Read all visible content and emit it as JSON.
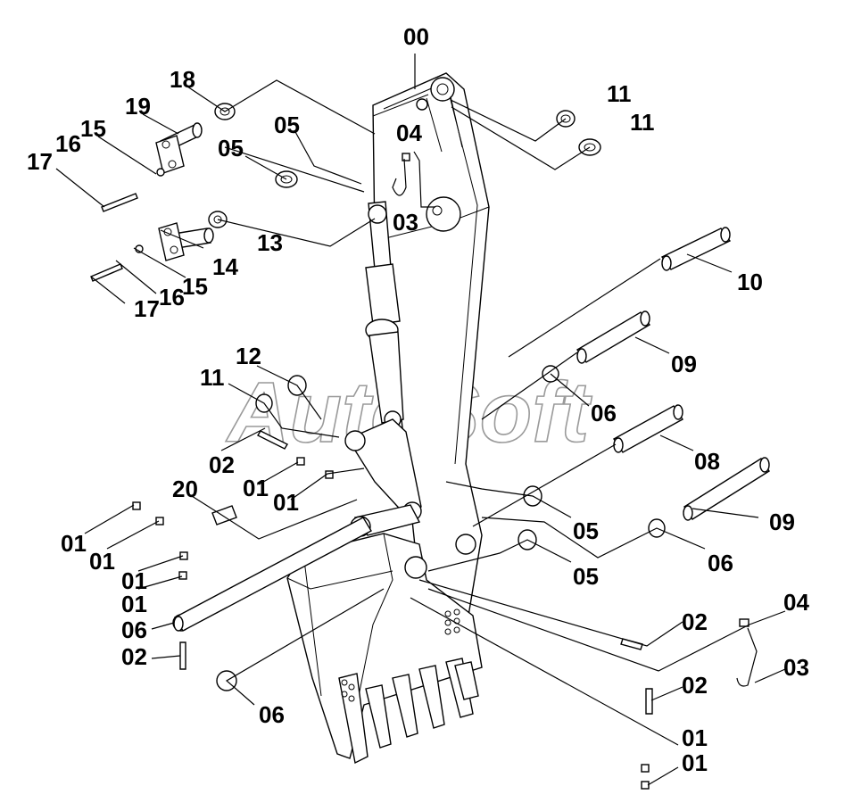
{
  "watermark": "AutoSoft",
  "labels": [
    {
      "id": "00",
      "text": "00"
    },
    {
      "id": "18",
      "text": "18"
    },
    {
      "id": "19",
      "text": "19"
    },
    {
      "id": "15a",
      "text": "15"
    },
    {
      "id": "16a",
      "text": "16"
    },
    {
      "id": "17a",
      "text": "17"
    },
    {
      "id": "05a",
      "text": "05"
    },
    {
      "id": "05b",
      "text": "05"
    },
    {
      "id": "04a",
      "text": "04"
    },
    {
      "id": "03a",
      "text": "03"
    },
    {
      "id": "11a",
      "text": "11"
    },
    {
      "id": "11b",
      "text": "11"
    },
    {
      "id": "13",
      "text": "13"
    },
    {
      "id": "14",
      "text": "14"
    },
    {
      "id": "15b",
      "text": "15"
    },
    {
      "id": "16b",
      "text": "16"
    },
    {
      "id": "17b",
      "text": "17"
    },
    {
      "id": "10",
      "text": "10"
    },
    {
      "id": "09a",
      "text": "09"
    },
    {
      "id": "12",
      "text": "12"
    },
    {
      "id": "11c",
      "text": "11"
    },
    {
      "id": "06a",
      "text": "06"
    },
    {
      "id": "08",
      "text": "08"
    },
    {
      "id": "02a",
      "text": "02"
    },
    {
      "id": "01a",
      "text": "01"
    },
    {
      "id": "01b",
      "text": "01"
    },
    {
      "id": "20",
      "text": "20"
    },
    {
      "id": "05c",
      "text": "05"
    },
    {
      "id": "09b",
      "text": "09"
    },
    {
      "id": "01c",
      "text": "01"
    },
    {
      "id": "01d",
      "text": "01"
    },
    {
      "id": "06b",
      "text": "06"
    },
    {
      "id": "05d",
      "text": "05"
    },
    {
      "id": "01e",
      "text": "01"
    },
    {
      "id": "01f",
      "text": "01"
    },
    {
      "id": "06c",
      "text": "06"
    },
    {
      "id": "02b",
      "text": "02"
    },
    {
      "id": "02c",
      "text": "02"
    },
    {
      "id": "04b",
      "text": "04"
    },
    {
      "id": "03b",
      "text": "03"
    },
    {
      "id": "02d",
      "text": "02"
    },
    {
      "id": "06d",
      "text": "06"
    },
    {
      "id": "01g",
      "text": "01"
    },
    {
      "id": "01h",
      "text": "01"
    }
  ]
}
